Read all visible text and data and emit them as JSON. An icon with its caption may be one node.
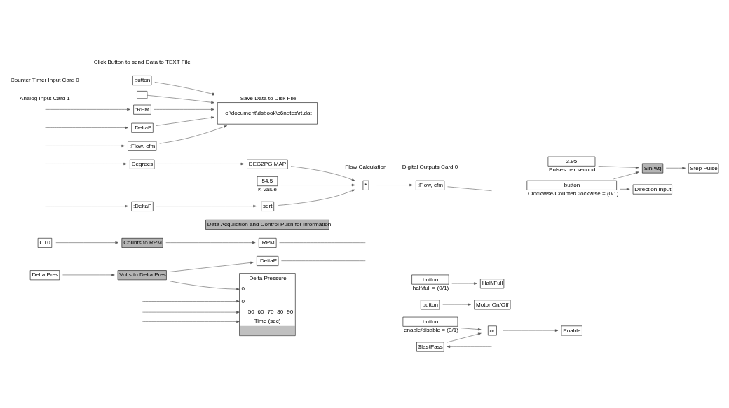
{
  "diagram": {
    "nodes": [
      {
        "text": [
          "Delta Pres"
        ]
      },
      {
        "text": [
          "Volts to Delta Pres"
        ]
      },
      {
        "text": [
          ":DeltaP"
        ]
      },
      {
        "text": [
          "CT0"
        ]
      },
      {
        "text": [
          "Counts to RPM"
        ]
      },
      {
        "text": [
          ":RPM"
        ]
      },
      {
        "text": [
          "Data Acquisition and Control Push for information"
        ]
      },
      {
        "text": [
          "Delta Pressure",
          "0",
          "0",
          "50",
          "60",
          "70",
          "80",
          "90",
          "Time (sec)"
        ]
      },
      {
        "text": [
          "button"
        ]
      },
      {
        "text": [
          "Motor On/Off"
        ]
      },
      {
        "text": [
          "$lastPass"
        ]
      },
      {
        "text": [
          "button"
        ],
        "beside": [
          "enable/disable = (0/1)"
        ]
      },
      {
        "text": [
          "or"
        ]
      },
      {
        "text": [
          "Enable"
        ]
      },
      {
        "text": [
          "button"
        ],
        "beside": [
          "half/full = (0/1)"
        ]
      },
      {
        "text": [
          "Half/Full"
        ]
      },
      {
        "text": [
          ":DeltaP"
        ]
      },
      {
        "text": [
          "sqrt"
        ]
      },
      {
        "text": [
          "Degrees"
        ]
      },
      {
        "text": [
          "DEG2PG.MAP"
        ]
      },
      {
        "text": [
          "54.5"
        ],
        "beside": [
          "K value"
        ]
      },
      {
        "text": [
          "*"
        ]
      },
      {
        "text": [
          ":Flow, cfm"
        ]
      },
      {
        "text": [
          "3.95"
        ],
        "beside": [
          "Pulses per second"
        ]
      },
      {
        "text": [
          "Sin(wt)"
        ]
      },
      {
        "text": [
          "Step Pulse"
        ]
      },
      {
        "text": [
          "button"
        ],
        "beside": [
          "Clockwise/CounterClockwise = (0/1)"
        ]
      },
      {
        "text": [
          "Direction Input"
        ]
      },
      {
        "text": [
          "button"
        ]
      },
      {
        "text": [],
        "shape": "box"
      },
      {
        "text": [
          ":RPM"
        ]
      },
      {
        "text": [
          ":DeltaP"
        ]
      },
      {
        "text": [
          ":Flow, cfm"
        ]
      },
      {
        "text": [
          "Save Data to Disk File",
          "c:\\document\\dsbook\\c6notes\\rt.dat"
        ]
      }
    ],
    "edges": [
      {
        "from": 0,
        "to": 1,
        "arrow": "to"
      },
      {
        "from": 1,
        "to": 2,
        "arrow": "to"
      },
      {
        "from": 1,
        "to": 7,
        "arrow": "to"
      },
      {
        "from": 2,
        "to": null,
        "arrow": "none"
      },
      {
        "from": null,
        "to": 7,
        "arrow": "to"
      },
      {
        "from": null,
        "to": 7,
        "arrow": "to"
      },
      {
        "from": null,
        "to": 7,
        "arrow": "to"
      },
      {
        "from": 3,
        "to": 4,
        "arrow": "to"
      },
      {
        "from": 4,
        "to": 5,
        "arrow": "to"
      },
      {
        "from": 5,
        "to": null,
        "arrow": "none"
      },
      {
        "from": 8,
        "to": 9,
        "arrow": "to"
      },
      {
        "from": null,
        "to": 10,
        "arrow": "to"
      },
      {
        "from": 10,
        "to": 12,
        "arrow": "to"
      },
      {
        "from": 11,
        "to": 12,
        "arrow": "to"
      },
      {
        "from": 12,
        "to": 13,
        "arrow": "to"
      },
      {
        "from": 14,
        "to": 15,
        "arrow": "to"
      },
      {
        "from": null,
        "to": 16,
        "arrow": "to"
      },
      {
        "from": 16,
        "to": 17,
        "arrow": "to"
      },
      {
        "from": null,
        "to": 18,
        "arrow": "to"
      },
      {
        "from": 18,
        "to": 19,
        "arrow": "to"
      },
      {
        "from": 17,
        "to": 21,
        "arrow": "to"
      },
      {
        "from": 19,
        "to": 21,
        "arrow": "to"
      },
      {
        "from": 20,
        "to": 21,
        "arrow": "to"
      },
      {
        "from": 21,
        "to": 22,
        "arrow": "to"
      },
      {
        "from": 22,
        "to": null,
        "arrow": "none"
      },
      {
        "from": 23,
        "to": 24,
        "arrow": "to"
      },
      {
        "from": 26,
        "to": 24,
        "arrow": "to"
      },
      {
        "from": 24,
        "to": 25,
        "arrow": "to"
      },
      {
        "from": 26,
        "to": 27,
        "arrow": "to"
      },
      {
        "from": 28,
        "to": 33,
        "arrow": "other"
      },
      {
        "from": 29,
        "to": 33,
        "arrow": "to"
      },
      {
        "from": null,
        "to": 30,
        "arrow": "to"
      },
      {
        "from": 30,
        "to": 33,
        "arrow": "to"
      },
      {
        "from": null,
        "to": 31,
        "arrow": "to"
      },
      {
        "from": 31,
        "to": 33,
        "arrow": "to"
      },
      {
        "from": null,
        "to": 32,
        "arrow": "to"
      },
      {
        "from": 32,
        "to": 33,
        "arrow": "to"
      }
    ],
    "labels": [
      "Analog Input Card 1",
      "Counter Timer Input Card 0",
      "Digital Outputs Card 0",
      "Flow Calculation",
      "Click Button to send Data to TEXT File"
    ]
  }
}
